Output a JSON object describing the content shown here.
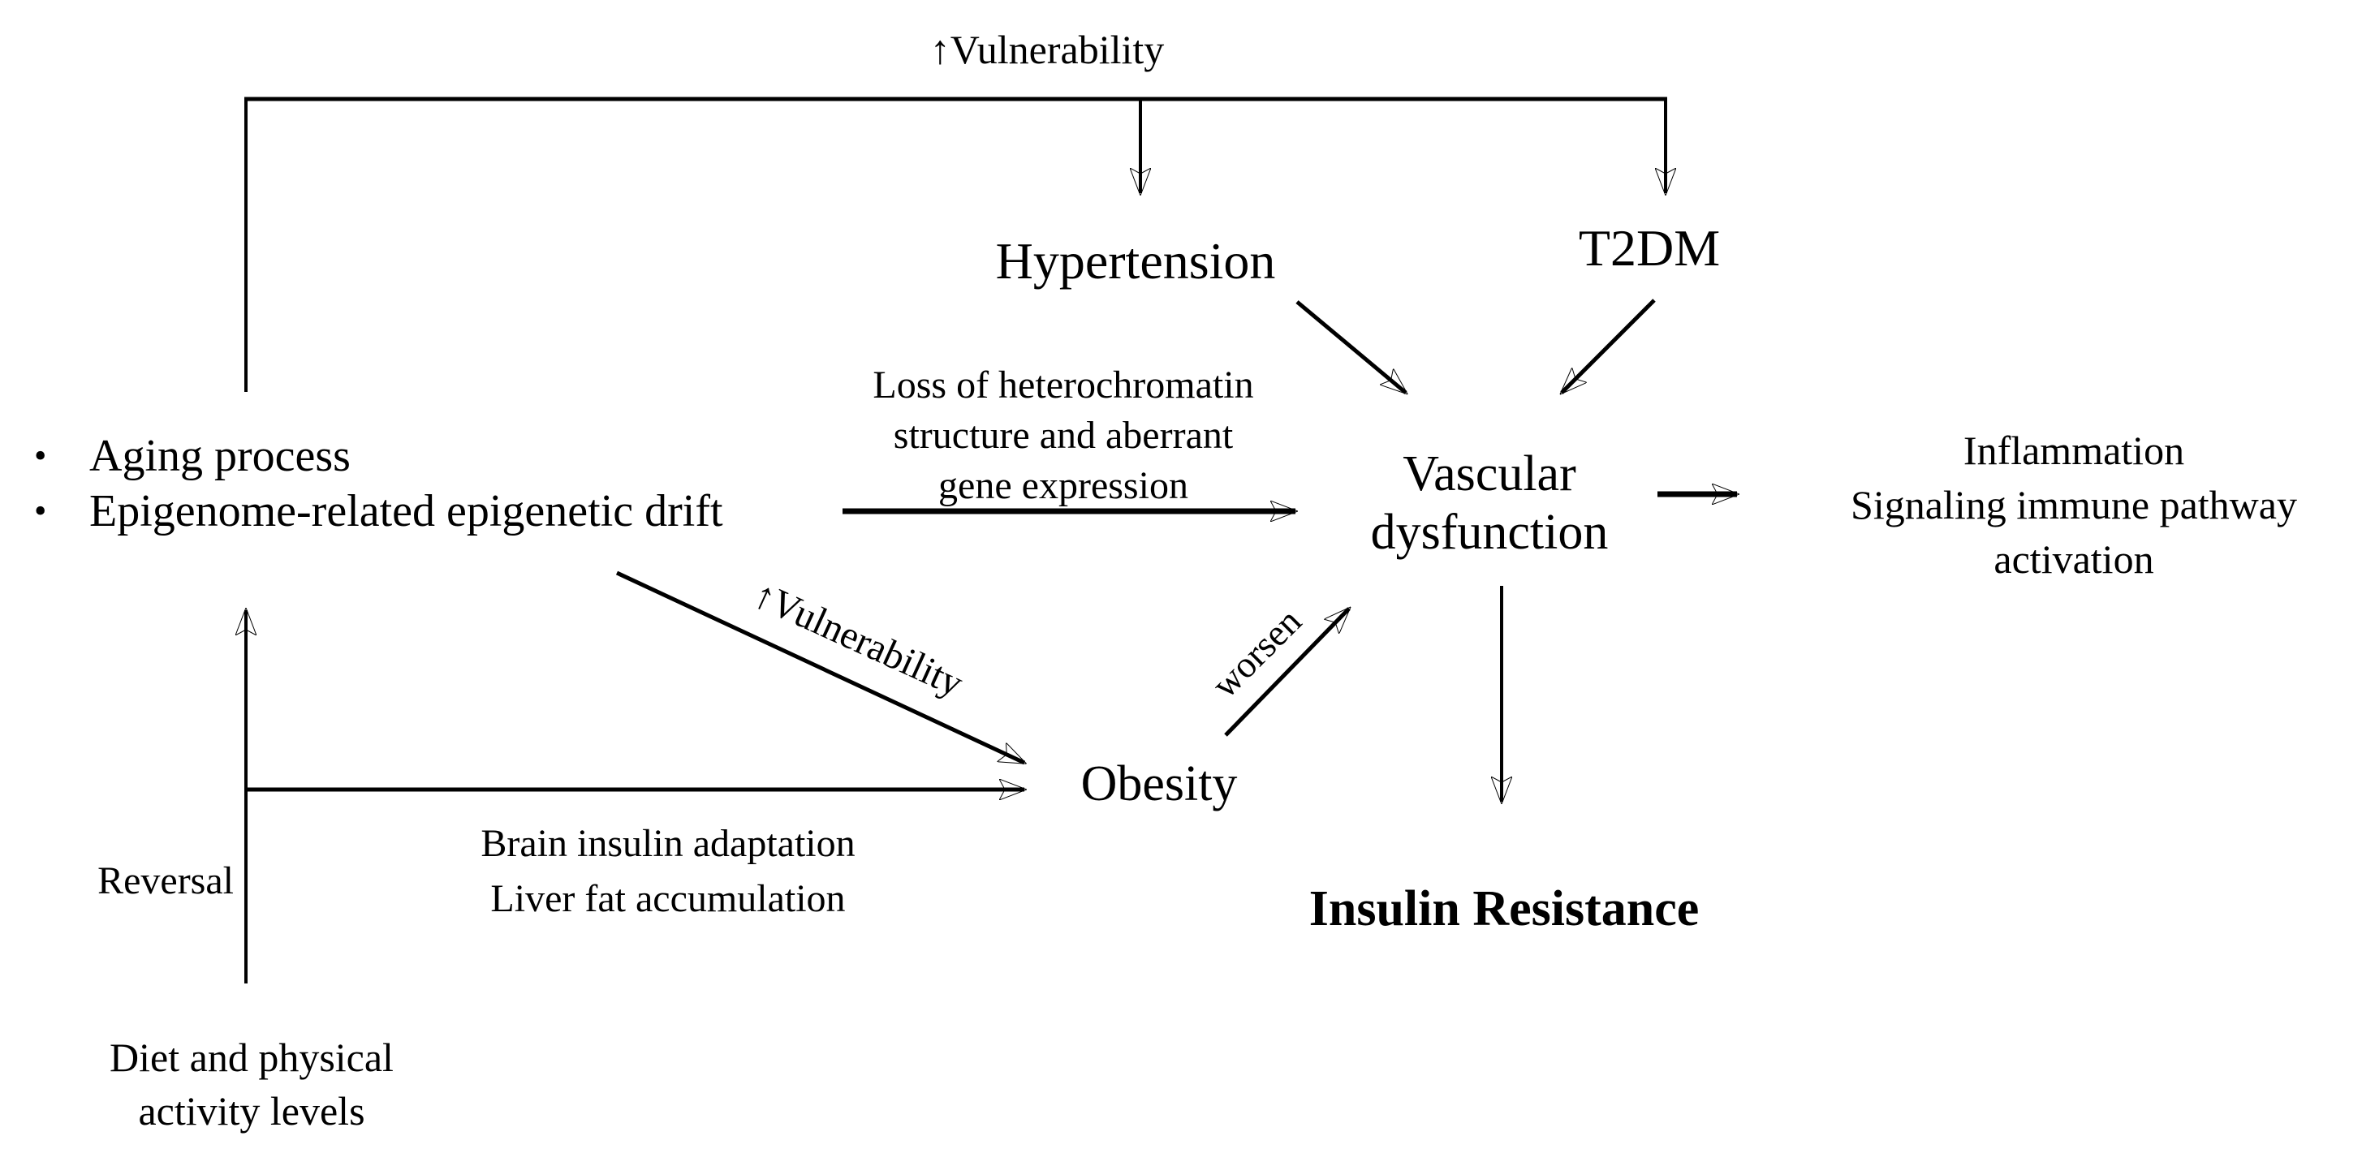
{
  "diagram": {
    "colors": {
      "background": "#ffffff",
      "ink": "#000000"
    },
    "labels": {
      "top_vulnerability": "↑Vulnerability",
      "diagonal_vulnerability": "↑Vulnerability",
      "hypertension": "Hypertension",
      "t2dm": "T2DM",
      "loss": [
        "Loss of heterochromatin",
        "structure and aberrant",
        "gene expression"
      ],
      "bullet_glyph": "•",
      "bullets": [
        "Aging process",
        "Epigenome-related epigenetic drift"
      ],
      "vascular": [
        "Vascular",
        "dysfunction"
      ],
      "inflammation": [
        "Inflammation",
        "Signaling immune pathway",
        "activation"
      ],
      "obesity": "Obesity",
      "worsen": "worsen",
      "insulin_resistance": "Insulin Resistance",
      "reversal": "Reversal",
      "brain": [
        "Brain insulin adaptation",
        "Liver fat accumulation"
      ],
      "diet": [
        "Diet and physical",
        "activity levels"
      ]
    },
    "edges": [
      {
        "from": "aging-epigenetic-drift",
        "to": "hypertension",
        "label": "↑Vulnerability"
      },
      {
        "from": "aging-epigenetic-drift",
        "to": "t2dm",
        "label": "↑Vulnerability"
      },
      {
        "from": "hypertension",
        "to": "vascular-dysfunction",
        "label": ""
      },
      {
        "from": "t2dm",
        "to": "vascular-dysfunction",
        "label": ""
      },
      {
        "from": "aging-epigenetic-drift",
        "to": "vascular-dysfunction",
        "label": "Loss of heterochromatin structure and aberrant gene expression"
      },
      {
        "from": "aging-epigenetic-drift",
        "to": "obesity",
        "label": "↑Vulnerability"
      },
      {
        "from": "obesity",
        "to": "vascular-dysfunction",
        "label": "worsen"
      },
      {
        "from": "vascular-dysfunction",
        "to": "inflammation",
        "label": ""
      },
      {
        "from": "vascular-dysfunction",
        "to": "insulin-resistance",
        "label": ""
      },
      {
        "from": "diet-and-physical-activity",
        "to": "aging-epigenetic-drift",
        "label": "Reversal"
      },
      {
        "from": "diet-and-physical-activity",
        "to": "obesity",
        "label": "Brain insulin adaptation / Liver fat accumulation"
      }
    ]
  }
}
